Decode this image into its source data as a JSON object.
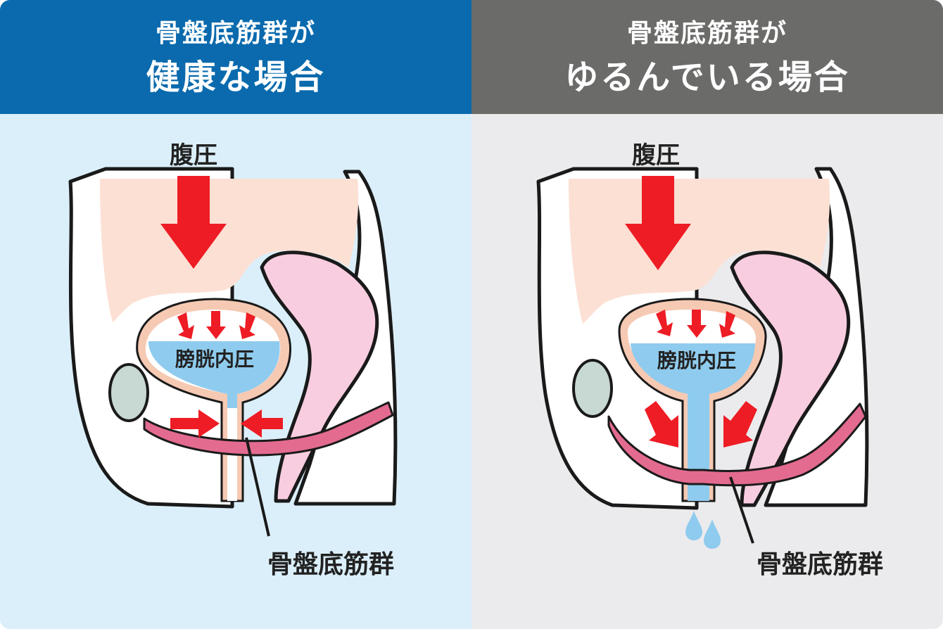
{
  "panels": {
    "healthy": {
      "title_line1": "骨盤底筋群が",
      "title_line2": "健康な場合",
      "abdominal_pressure": "腹圧",
      "bladder_pressure": "膀胱内圧",
      "muscle_label": "骨盤底筋群"
    },
    "weak": {
      "title_line1": "骨盤底筋群が",
      "title_line2": "ゆるんでいる場合",
      "abdominal_pressure": "腹圧",
      "bladder_pressure": "膀胱内圧",
      "muscle_label": "骨盤底筋群"
    }
  },
  "colors": {
    "healthy_header": "#0a6aad",
    "weak_header": "#6b6b6a",
    "healthy_background": "#dbeffa",
    "weak_background": "#ebebed",
    "arrow": "#ee1c24",
    "muscle": "#e36b8f",
    "urine": "#8fcbee"
  }
}
